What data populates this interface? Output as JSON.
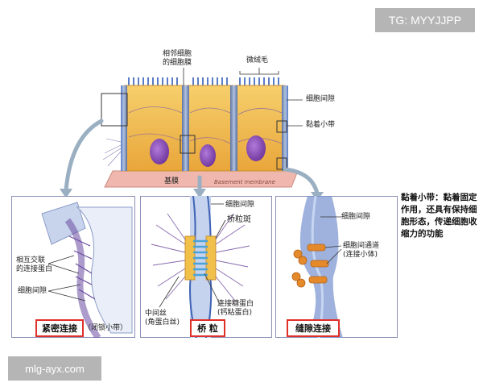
{
  "watermarks": {
    "top_right": "TG: MYYJJPP",
    "bottom_left": "mlg-ayx.com"
  },
  "top_labels": {
    "intercellular_channel": "相邻细胞\n的细胞膜",
    "microvilli": "微绒毛",
    "intercellular_space": "细胞间隙",
    "adhesion_belt": "黏着小带",
    "basal_lamina": "基膜",
    "basement_membrane": "Basement membrane"
  },
  "panel_left": {
    "crosslink": "相互交联\n的连接蛋白",
    "intercellular_space": "细胞间隙",
    "title": "紧密连接",
    "subtitle": "（闭锁小带）"
  },
  "panel_middle": {
    "intercellular_space": "细胞间隙",
    "plaque": "桥粒斑",
    "intermediate_filament": "中间丝\n(角蛋白丝)",
    "cadherin": "连接糖蛋白\n(钙粘蛋白)",
    "title": "桥 粒"
  },
  "panel_right": {
    "intercellular_space": "细胞间隙",
    "channel": "细胞间通道\n(连接小体)",
    "title": "缝隙连接"
  },
  "side_note": "黏着小带：黏着固定作用，还具有保持细胞形态，传递细胞收缩力的功能",
  "colors": {
    "cell_fill": "#f2b84a",
    "nucleus": "#8a4cb8",
    "membrane": "#6a8ccc",
    "basal": "#e9a9a0",
    "junction_blue": "#4aa3d8",
    "connexon_orange": "#e58a2a",
    "highlight_red": "#e0302a"
  }
}
